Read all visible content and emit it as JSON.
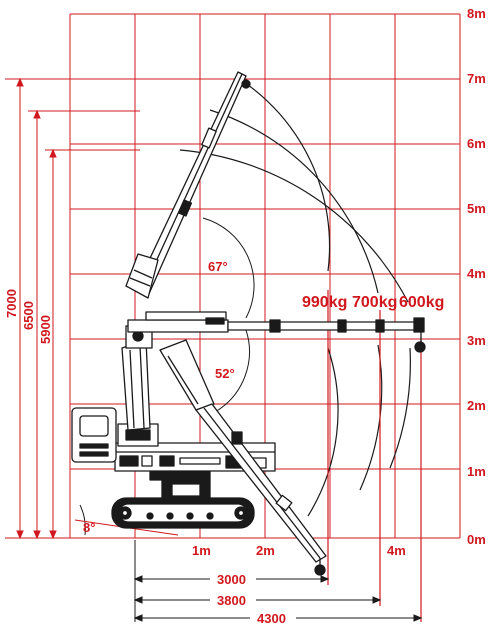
{
  "colors": {
    "accent": "#d1181e",
    "machine": "#1a1a1a",
    "grid": "#d1181e"
  },
  "grid": {
    "vertical_labels": [
      "8m",
      "7m",
      "6m",
      "5m",
      "4m",
      "3m",
      "2m",
      "1m",
      "0m"
    ],
    "horizontal_labels": [
      "1m",
      "2m",
      "4m"
    ]
  },
  "heights": [
    "7000",
    "6500",
    "5900"
  ],
  "radii": [
    "3000",
    "3800",
    "4300"
  ],
  "loads": [
    "990kg",
    "700kg",
    "600kg"
  ],
  "angles": {
    "upper": "67°",
    "lower": "52°",
    "base": "8°"
  }
}
